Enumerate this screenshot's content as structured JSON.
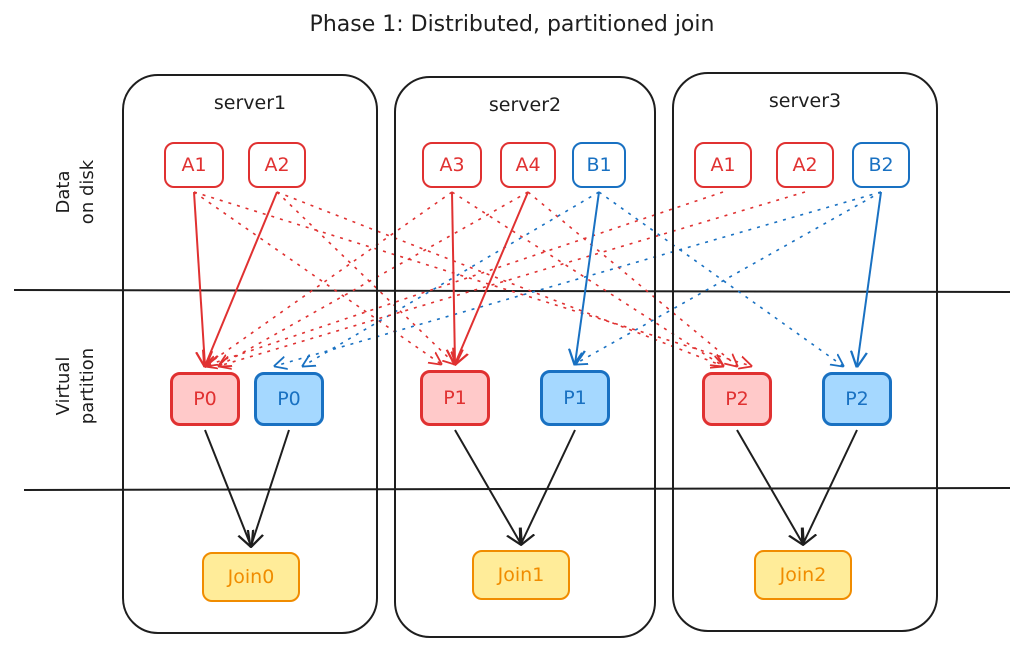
{
  "title": "Phase 1: Distributed, partitioned join",
  "row_labels": {
    "data_on_disk": "Data\non disk",
    "virtual_partition": "Virtual\npartition"
  },
  "colors": {
    "table_a": "#e03131",
    "table_b": "#1971c2",
    "partition_a_fill": "#ffc9c9",
    "partition_b_fill": "#a5d8ff",
    "join": "#f08c00",
    "join_fill": "#ffec99",
    "ink": "#1e1e1e"
  },
  "servers": [
    {
      "label": "server1",
      "disk": [
        {
          "label": "A1",
          "table": "A"
        },
        {
          "label": "A2",
          "table": "A"
        }
      ],
      "partitions": [
        {
          "label": "P0",
          "table": "A"
        },
        {
          "label": "P0",
          "table": "B"
        }
      ],
      "join": "Join0"
    },
    {
      "label": "server2",
      "disk": [
        {
          "label": "A3",
          "table": "A"
        },
        {
          "label": "A4",
          "table": "A"
        },
        {
          "label": "B1",
          "table": "B"
        }
      ],
      "partitions": [
        {
          "label": "P1",
          "table": "A"
        },
        {
          "label": "P1",
          "table": "B"
        }
      ],
      "join": "Join1"
    },
    {
      "label": "server3",
      "disk": [
        {
          "label": "A1",
          "table": "A"
        },
        {
          "label": "A2",
          "table": "A"
        },
        {
          "label": "B2",
          "table": "B"
        }
      ],
      "partitions": [
        {
          "label": "P2",
          "table": "A"
        },
        {
          "label": "P2",
          "table": "B"
        }
      ],
      "join": "Join2"
    }
  ],
  "edges": {
    "local": [
      {
        "from": "s1-A1",
        "to": "s1-PA"
      },
      {
        "from": "s1-A2",
        "to": "s1-PA"
      },
      {
        "from": "s2-A3",
        "to": "s2-PA"
      },
      {
        "from": "s2-A4",
        "to": "s2-PA"
      },
      {
        "from": "s2-B1",
        "to": "s2-PB"
      },
      {
        "from": "s3-B2",
        "to": "s3-PB"
      }
    ],
    "remote": [
      {
        "from": "s1-A1",
        "to": "s2-PA"
      },
      {
        "from": "s1-A2",
        "to": "s2-PA"
      },
      {
        "from": "s1-A1",
        "to": "s3-PA"
      },
      {
        "from": "s1-A2",
        "to": "s3-PA"
      },
      {
        "from": "s2-A3",
        "to": "s1-PA"
      },
      {
        "from": "s2-A4",
        "to": "s1-PA"
      },
      {
        "from": "s2-A3",
        "to": "s3-PA"
      },
      {
        "from": "s2-A4",
        "to": "s3-PA"
      },
      {
        "from": "s2-B1",
        "to": "s1-PB"
      },
      {
        "from": "s2-B1",
        "to": "s3-PB"
      },
      {
        "from": "s3-A1",
        "to": "s1-PA"
      },
      {
        "from": "s3-A2",
        "to": "s1-PA"
      },
      {
        "from": "s3-B2",
        "to": "s1-PB"
      },
      {
        "from": "s3-B2",
        "to": "s2-PB"
      }
    ],
    "to_join": [
      {
        "from": "s1-PA",
        "to": "s1-J"
      },
      {
        "from": "s1-PB",
        "to": "s1-J"
      },
      {
        "from": "s2-PA",
        "to": "s2-J"
      },
      {
        "from": "s2-PB",
        "to": "s2-J"
      },
      {
        "from": "s3-PA",
        "to": "s3-J"
      },
      {
        "from": "s3-PB",
        "to": "s3-J"
      }
    ]
  }
}
